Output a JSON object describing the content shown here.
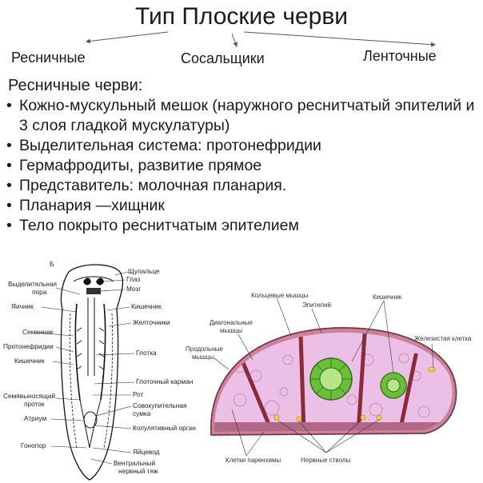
{
  "title": "Тип Плоские черви",
  "branches": [
    "Ресничные",
    "Сосальщики",
    "Ленточные"
  ],
  "subtitle": "Ресничные черви:",
  "bullets": [
    "Кожно-мускульный мешок (наружного реснитчатый эпителий и 3 слоя гладкой мускулатуры)",
    "Выделительная система:  протонефридии",
    "Гермафродиты, развитие прямое",
    "Представитель: молочная планария.",
    "Планария —хищник",
    "Тело покрыто реснитчатым эпителием"
  ],
  "planaria": {
    "letter": "Б",
    "labels_left": [
      "Выделительная",
      "пора",
      "Яичник",
      "Семенник",
      "Протонефридии",
      "Кишечник",
      "Семявыносящий",
      "проток",
      "Атриум",
      "Гонопор"
    ],
    "labels_right": [
      "Щупальце",
      "Глаз",
      "Мозг",
      "Кишечник",
      "Желточники",
      "Глотка",
      "Глоточный карман",
      "Рот",
      "Совокупительная",
      "сумка",
      "Копулятивный орган",
      "Яйцевод",
      "Вентральный",
      "нервный тяж"
    ]
  },
  "cross_section": {
    "labels": [
      "Кольцевые мышцы",
      "Эпителий",
      "Кишечник",
      "Диагональные",
      "мышцы",
      "Продольные",
      "мышцы",
      "Железистая клетка",
      "Клетки паренхимы",
      "Нервные стволы"
    ]
  }
}
